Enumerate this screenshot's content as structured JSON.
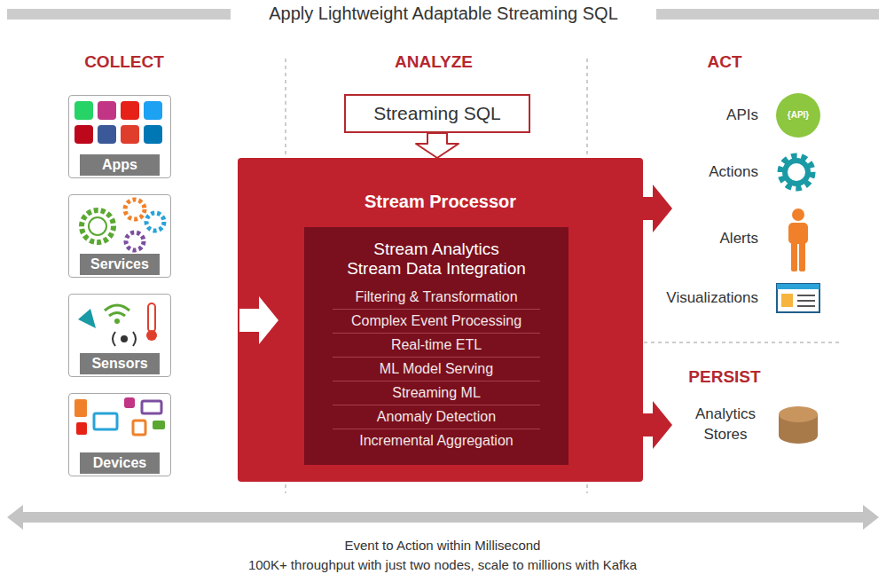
{
  "diagram": {
    "title": "Apply Lightweight Adaptable Streaming SQL",
    "nodes": [
      {
        "text": [
          "Apps"
        ]
      },
      {
        "text": [
          "Services"
        ]
      },
      {
        "text": [
          "Sensors"
        ]
      },
      {
        "text": [
          "Devices"
        ]
      },
      {
        "text": [
          "Streaming SQL"
        ]
      },
      {
        "text": [
          "Stream Processor"
        ]
      },
      {
        "text": [
          "Stream Analytics Stream Data Integration",
          "Filtering & Transformation",
          "Complex Event Processing",
          "Real-time ETL",
          "ML Model Serving",
          "Streaming ML",
          "Anomaly Detection",
          "Incremental Aggregation"
        ],
        "in": 5
      }
    ],
    "edges": [
      {
        "from": 4,
        "to": 5,
        "arrow": "to"
      }
    ],
    "labels": [
      "COLLECT",
      "ANALYZE",
      "ACT",
      "PERSIST",
      "APIs",
      "{API}",
      "Actions",
      "Alerts",
      "Visualizations",
      "Analytics Stores",
      "Event to Action within Millisecond",
      "100K+ throughput with just two nodes, scale to millions with Kafka"
    ]
  }
}
